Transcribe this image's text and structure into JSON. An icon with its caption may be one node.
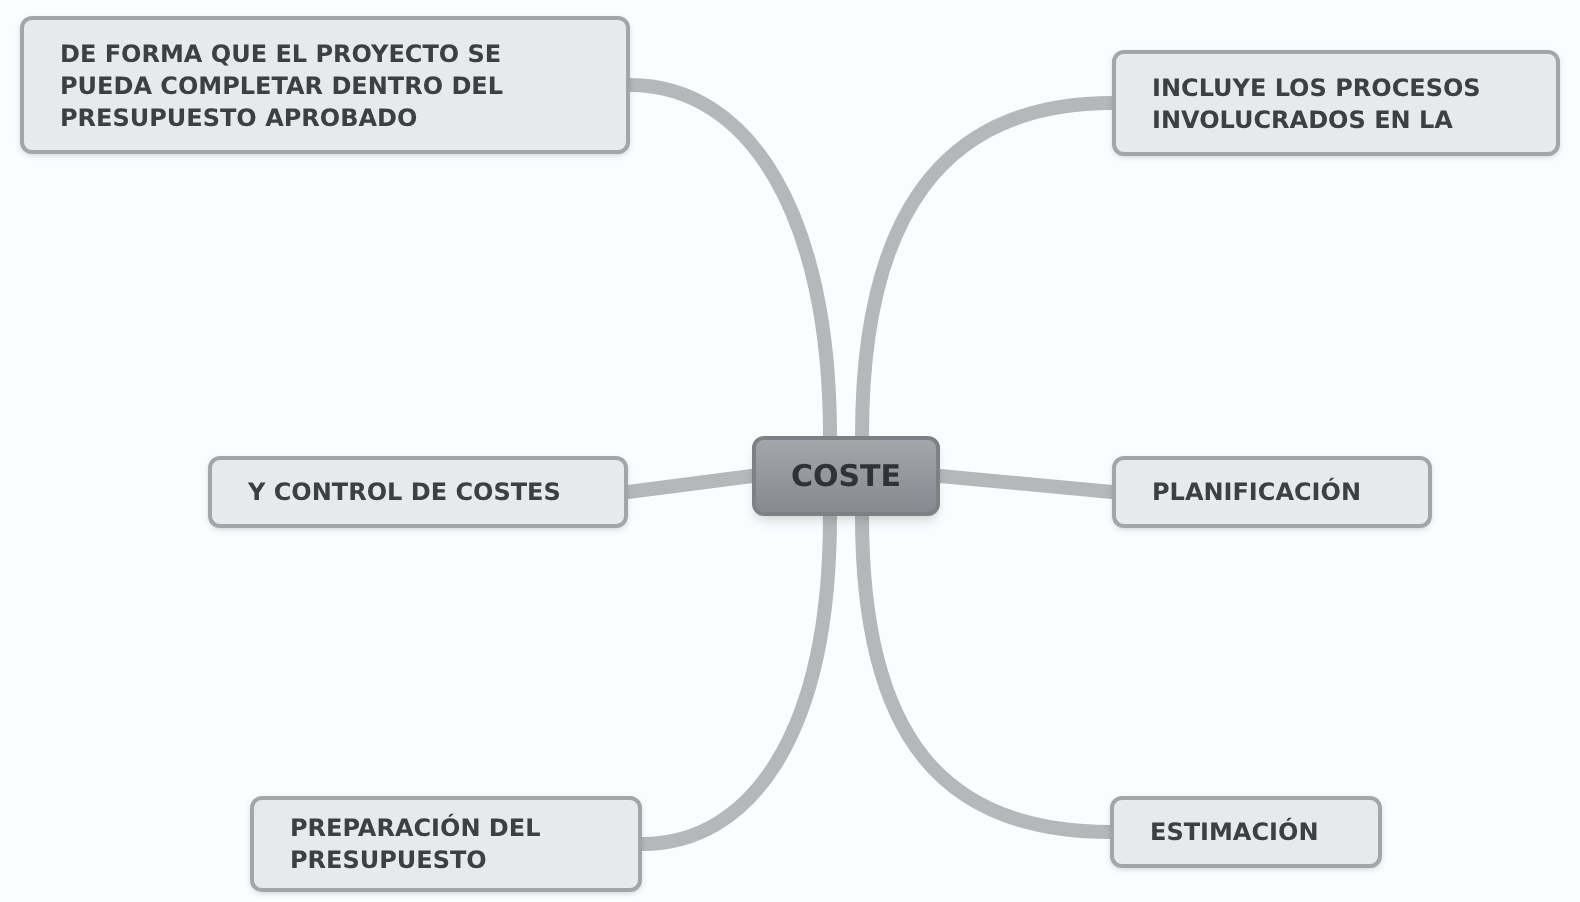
{
  "diagram": {
    "nodes": [
      {
        "text": [
          "COSTE"
        ]
      },
      {
        "text": [
          "DE FORMA QUE EL PROYECTO SE PUEDA COMPLETAR DENTRO DEL PRESUPUESTO APROBADO"
        ]
      },
      {
        "text": [
          "INCLUYE LOS PROCESOS INVOLUCRADOS EN LA"
        ]
      },
      {
        "text": [
          "Y CONTROL DE COSTES"
        ]
      },
      {
        "text": [
          "PLANIFICACIÓN"
        ]
      },
      {
        "text": [
          "PREPARACIÓN DEL PRESUPUESTO"
        ]
      },
      {
        "text": [
          "ESTIMACIÓN"
        ]
      }
    ],
    "edges": [
      {
        "from": 0,
        "to": 1,
        "arrow": "none"
      },
      {
        "from": 0,
        "to": 2,
        "arrow": "none"
      },
      {
        "from": 0,
        "to": 3,
        "arrow": "none"
      },
      {
        "from": 0,
        "to": 4,
        "arrow": "none"
      },
      {
        "from": 0,
        "to": 5,
        "arrow": "none"
      },
      {
        "from": 0,
        "to": 6,
        "arrow": "none"
      }
    ]
  }
}
